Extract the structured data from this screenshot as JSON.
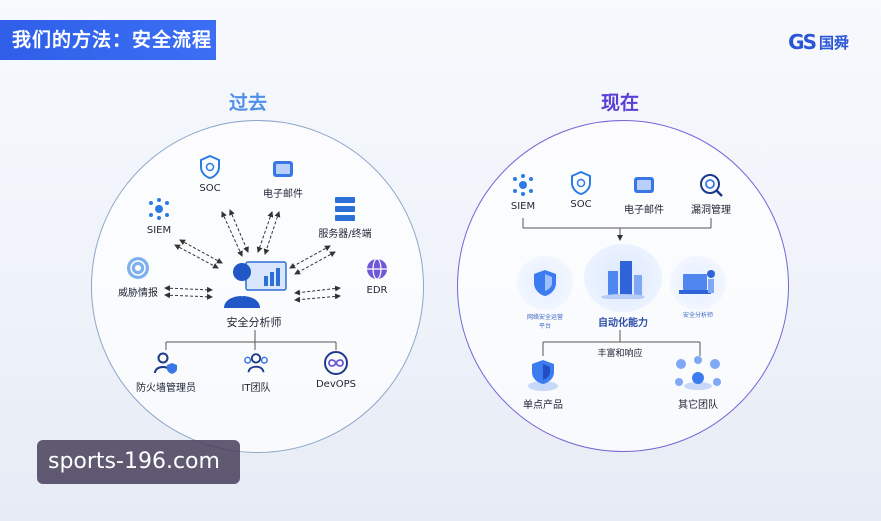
{
  "title": "我们的方法：安全流程",
  "logo": {
    "mark": "GS",
    "text": "国舜"
  },
  "past": {
    "heading": "过去",
    "center_label": "安全分析师",
    "nodes": {
      "soc": "SOC",
      "email": "电子邮件",
      "siem": "SIEM",
      "server": "服务器/终端",
      "threat": "威胁情报",
      "edr": "EDR"
    },
    "bottom": {
      "firewall": "防火墙管理员",
      "it": "IT团队",
      "devops": "DevOPS"
    }
  },
  "now": {
    "heading": "现在",
    "top_nodes": {
      "siem": "SIEM",
      "soc": "SOC",
      "email": "电子邮件",
      "vuln": "漏洞管理"
    },
    "platform_label": "网络安全运营平台",
    "automation_label": "自动化能力",
    "analyst_label": "安全分析师",
    "response_label": "丰富和响应",
    "bottom": {
      "single": "单点产品",
      "other": "其它团队"
    }
  },
  "watermark": "sports-196.com",
  "colors": {
    "accent": "#2f5fe8",
    "past_head": "#4f8fe8",
    "now_head": "#5b3fd4"
  }
}
